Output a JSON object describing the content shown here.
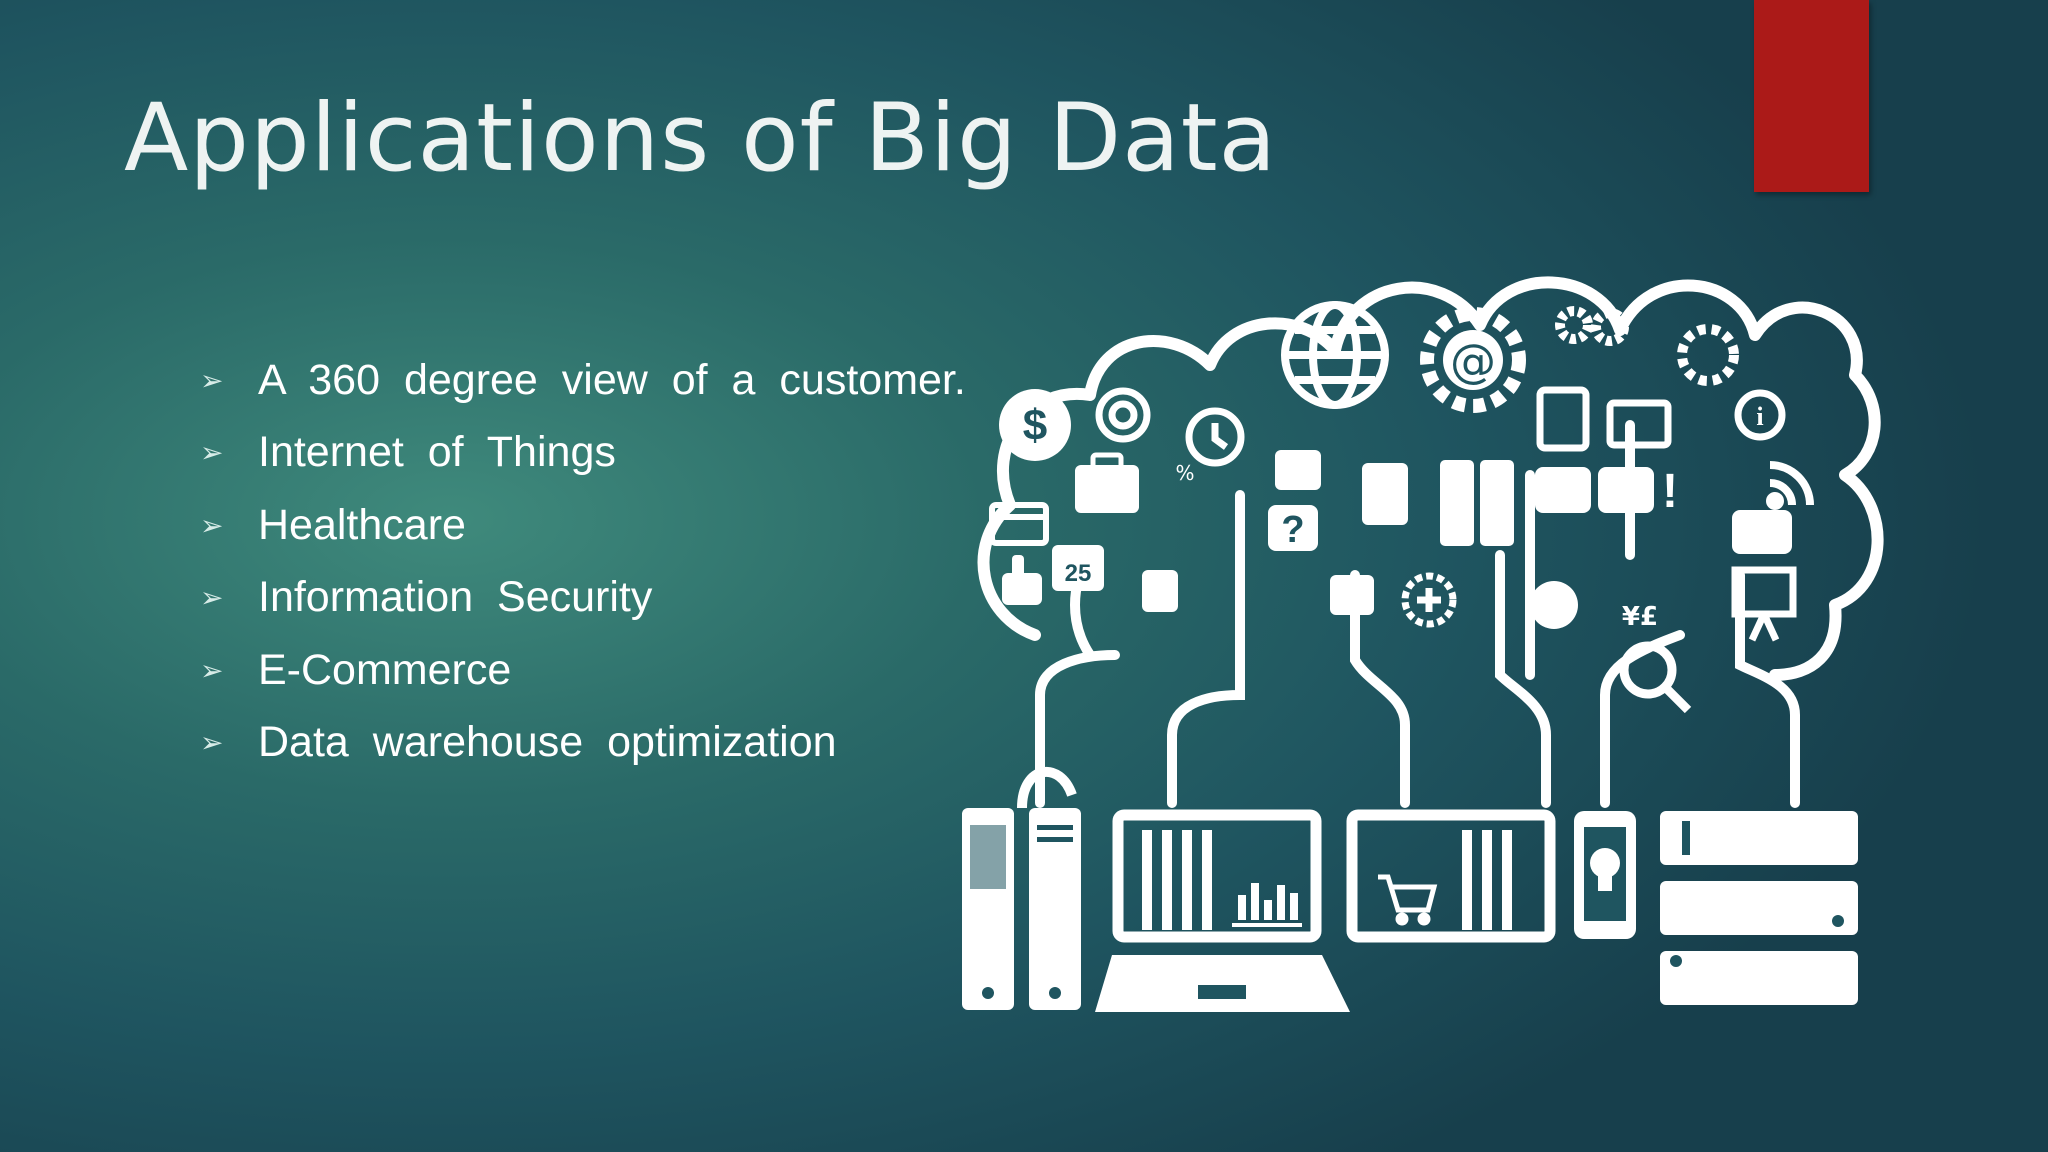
{
  "slide": {
    "title": "Applications of Big Data",
    "bullet_marker": "➢",
    "bullets": [
      "A 360 degree view of a customer.",
      "Internet of Things",
      "Healthcare",
      "Information Security",
      "E-Commerce",
      "Data warehouse optimization"
    ],
    "accent_color": "#ab1a18",
    "background_color": "#2a6a68"
  },
  "illustration": {
    "calendar_day": "25",
    "dollar_symbol": "$",
    "at_symbol": "@",
    "question_symbol": "?",
    "info_symbol": "i",
    "percent_symbol": "%",
    "currency_symbols": "¥£",
    "exclamation_symbol": "!",
    "icons": [
      "dollar-icon",
      "globe-icon",
      "gear-icon",
      "at-sign-icon",
      "briefcase-icon",
      "calendar-icon",
      "clock-icon",
      "thumbs-up-icon",
      "chat-icon",
      "calculator-icon",
      "wifi-icon",
      "magnifier-icon",
      "lightbulb-icon",
      "shopping-cart-icon",
      "bar-chart-icon",
      "server-icon",
      "laptop-icon",
      "mobile-phone-icon"
    ]
  }
}
